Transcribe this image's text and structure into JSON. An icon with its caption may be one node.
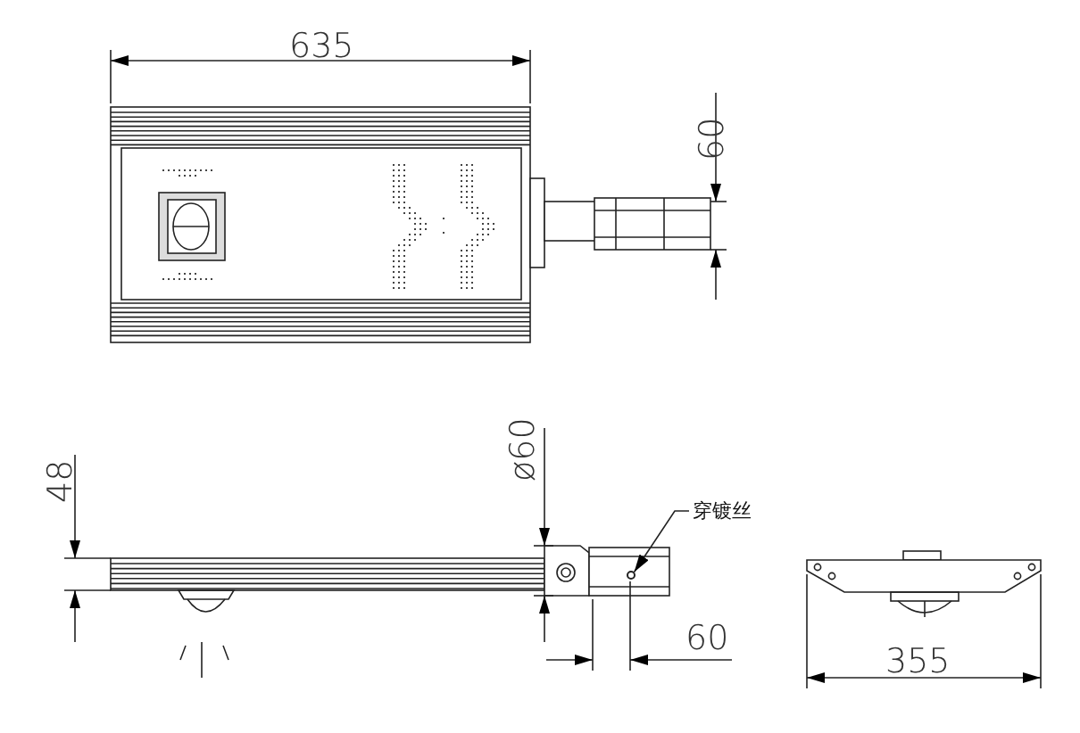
{
  "diagram": {
    "nodes": [
      {
        "text": [
          "穿镀丝"
        ]
      },
      {
        "text": [],
        "shape": "circle"
      }
    ],
    "edges": [
      {
        "from": 0,
        "to": 1,
        "arrow": "to"
      }
    ],
    "labels": [
      "635",
      "60",
      "48",
      "ø60",
      "60",
      "355"
    ]
  }
}
